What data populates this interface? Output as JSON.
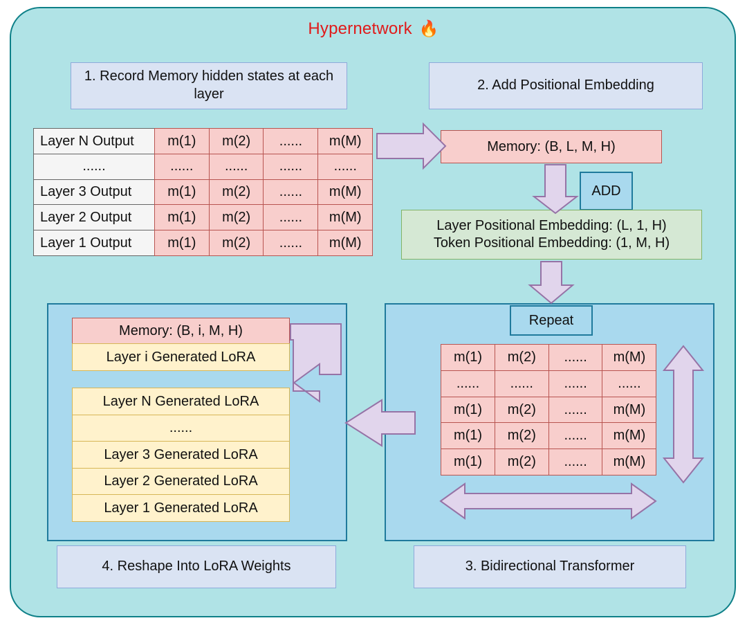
{
  "diagram": {
    "title": "Hypernetwork",
    "title_icon": "fire-emoji",
    "title_color": "#e01b1b",
    "background_color": "#b0e3e6",
    "panel_color": "#a9d9ee"
  },
  "steps": {
    "step1_label": "1. Record Memory hidden states at each layer",
    "step2_label": "2. Add Positional Embedding",
    "step3_label": "3. Bidirectional Transformer",
    "step4_label": "4. Reshape Into LoRA Weights"
  },
  "memory_table": {
    "row_labels": [
      "Layer N Output",
      "......",
      "Layer 3 Output",
      "Layer 2 Output",
      "Layer 1 Output"
    ],
    "rows": [
      [
        "m(1)",
        "m(2)",
        "......",
        "m(M)"
      ],
      [
        "......",
        "......",
        "......",
        "......"
      ],
      [
        "m(1)",
        "m(2)",
        "......",
        "m(M)"
      ],
      [
        "m(1)",
        "m(2)",
        "......",
        "m(M)"
      ],
      [
        "m(1)",
        "m(2)",
        "......",
        "m(M)"
      ]
    ]
  },
  "transformer_table": {
    "rows": [
      [
        "m(1)",
        "m(2)",
        "......",
        "m(M)"
      ],
      [
        "......",
        "......",
        "......",
        "......"
      ],
      [
        "m(1)",
        "m(2)",
        "......",
        "m(M)"
      ],
      [
        "m(1)",
        "m(2)",
        "......",
        "m(M)"
      ],
      [
        "m(1)",
        "m(2)",
        "......",
        "m(M)"
      ]
    ]
  },
  "memory_tensor": "Memory: (B, L, M, H)",
  "add_label": "ADD",
  "positional_embedding": {
    "layer_line": "Layer Positional Embedding: (L, 1, H)",
    "token_line": "Token Positional Embedding: (1, M, H)"
  },
  "repeat_label": "Repeat",
  "lora_section": {
    "memory_slice": "Memory: (B, i, M, H)",
    "layer_i_lora": "Layer i Generated LoRA",
    "stack": [
      "Layer N Generated LoRA",
      "......",
      "Layer 3 Generated LoRA",
      "Layer 2 Generated LoRA",
      "Layer 1 Generated LoRA"
    ]
  },
  "colors": {
    "pink_fill": "#f8cecc",
    "pink_border": "#b85450",
    "green_fill": "#d5e8d4",
    "green_border": "#82b366",
    "yellow_fill": "#fff2cc",
    "yellow_border": "#d6b656",
    "blue_fill": "#a9d9ee",
    "blue_border": "#1f7a9c",
    "caption_fill": "#dae3f3",
    "caption_border": "#8ea9db",
    "arrow_fill": "#e1d5ec",
    "arrow_border": "#9673a6",
    "outer_fill": "#b0e3e6",
    "outer_border": "#0e8088"
  }
}
